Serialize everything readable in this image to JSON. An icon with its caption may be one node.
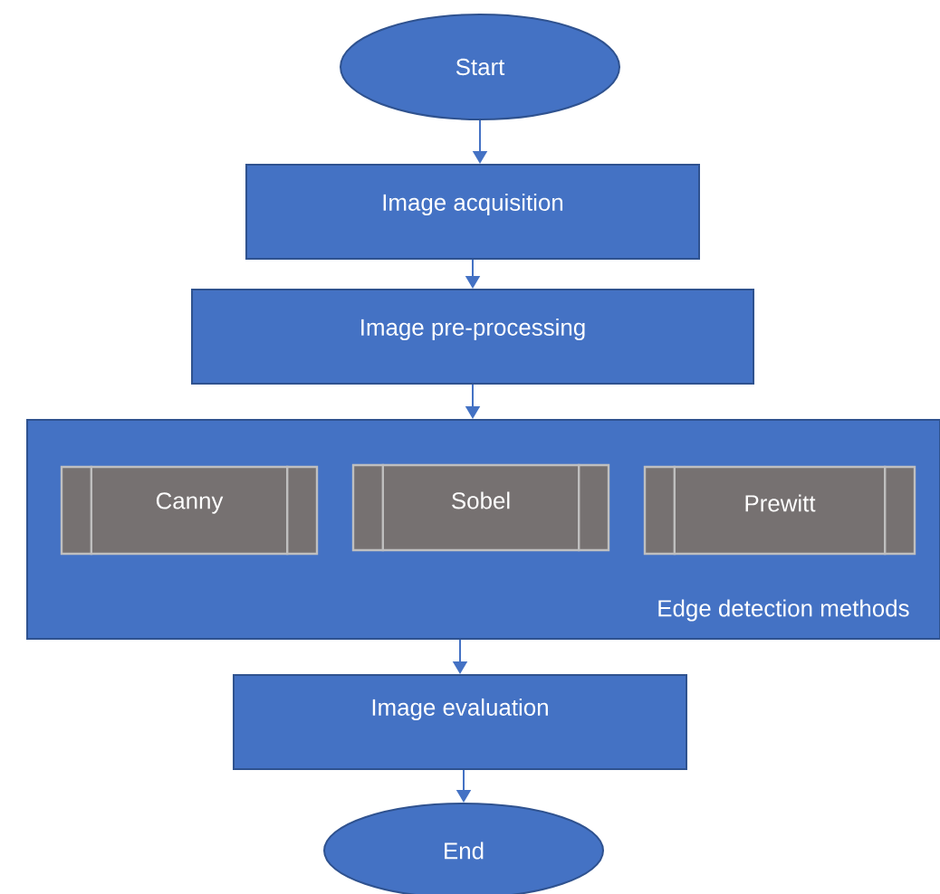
{
  "diagram": {
    "nodes": [
      {
        "text": [
          "Start"
        ]
      },
      {
        "text": [
          "Image acquisition"
        ]
      },
      {
        "text": [
          "Image pre-processing"
        ]
      },
      {
        "text": [
          "Edge detection methods"
        ]
      },
      {
        "text": [
          "Canny"
        ],
        "in": 3
      },
      {
        "text": [
          "Sobel"
        ],
        "in": 3
      },
      {
        "text": [
          "Prewitt"
        ],
        "in": 3
      },
      {
        "text": [
          "Image evaluation"
        ]
      },
      {
        "text": [
          "End"
        ]
      }
    ],
    "edges": [
      {
        "from": 0,
        "to": 1,
        "arrow": "to"
      },
      {
        "from": 1,
        "to": 2,
        "arrow": "to"
      },
      {
        "from": 2,
        "to": 3,
        "arrow": "to"
      },
      {
        "from": 3,
        "to": 7,
        "arrow": "to"
      },
      {
        "from": 7,
        "to": 8,
        "arrow": "to"
      }
    ]
  }
}
